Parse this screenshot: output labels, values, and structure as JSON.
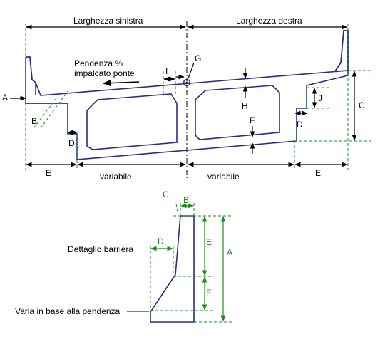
{
  "colors": {
    "structure": "#2b2b8c",
    "guide": "#1f8a1f",
    "dimension": "#000000"
  },
  "section": {
    "left_width_label": "Larghezza sinistra",
    "right_width_label": "Larghezza destra",
    "slope_label_line1": "Pendenza %",
    "slope_label_line2": "impalcato ponte",
    "labels": {
      "A": "A",
      "B": "B",
      "C": "C",
      "D_left": "D",
      "D_right": "D",
      "E_left": "E",
      "E_right": "E",
      "F": "F",
      "G": "G",
      "H": "H",
      "I": "I",
      "J": "J"
    },
    "variable_left": "variabile",
    "variable_right": "variabile"
  },
  "detail": {
    "title": "Dettaglio barriera",
    "note": "Varia in base alla pendenza",
    "labels": {
      "A": "A",
      "B": "B",
      "C": "C",
      "D": "D",
      "E": "E",
      "F": "F"
    }
  }
}
